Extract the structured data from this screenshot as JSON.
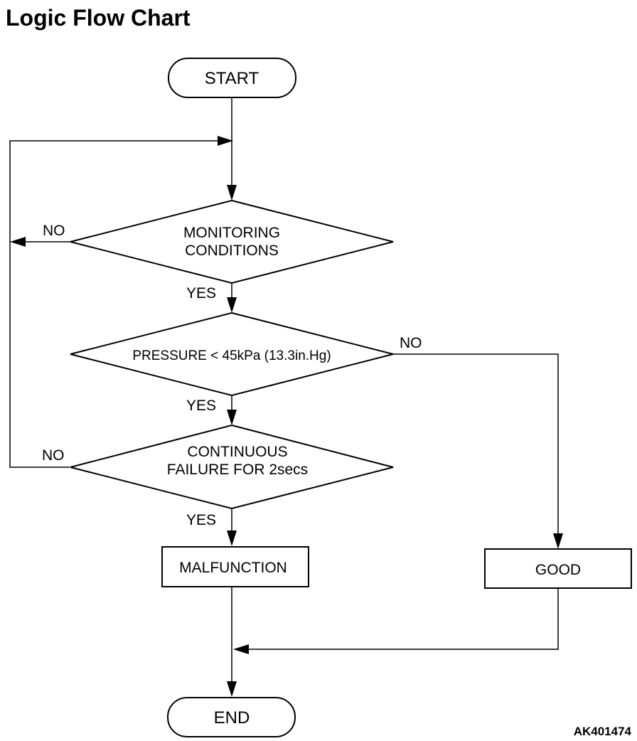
{
  "title": "Logic Flow Chart",
  "figure_code": "AK401474",
  "nodes": {
    "start": "START",
    "monitoring": [
      "MONITORING",
      "CONDITIONS"
    ],
    "pressure": "PRESSURE < 45kPa (13.3in.Hg)",
    "continuous": [
      "CONTINUOUS",
      "FAILURE FOR 2secs"
    ],
    "malfunction": "MALFUNCTION",
    "good": "GOOD",
    "end": "END"
  },
  "edges": {
    "monitoring_no": "NO",
    "monitoring_yes": "YES",
    "pressure_no": "NO",
    "pressure_yes": "YES",
    "continuous_no": "NO",
    "continuous_yes": "YES"
  }
}
